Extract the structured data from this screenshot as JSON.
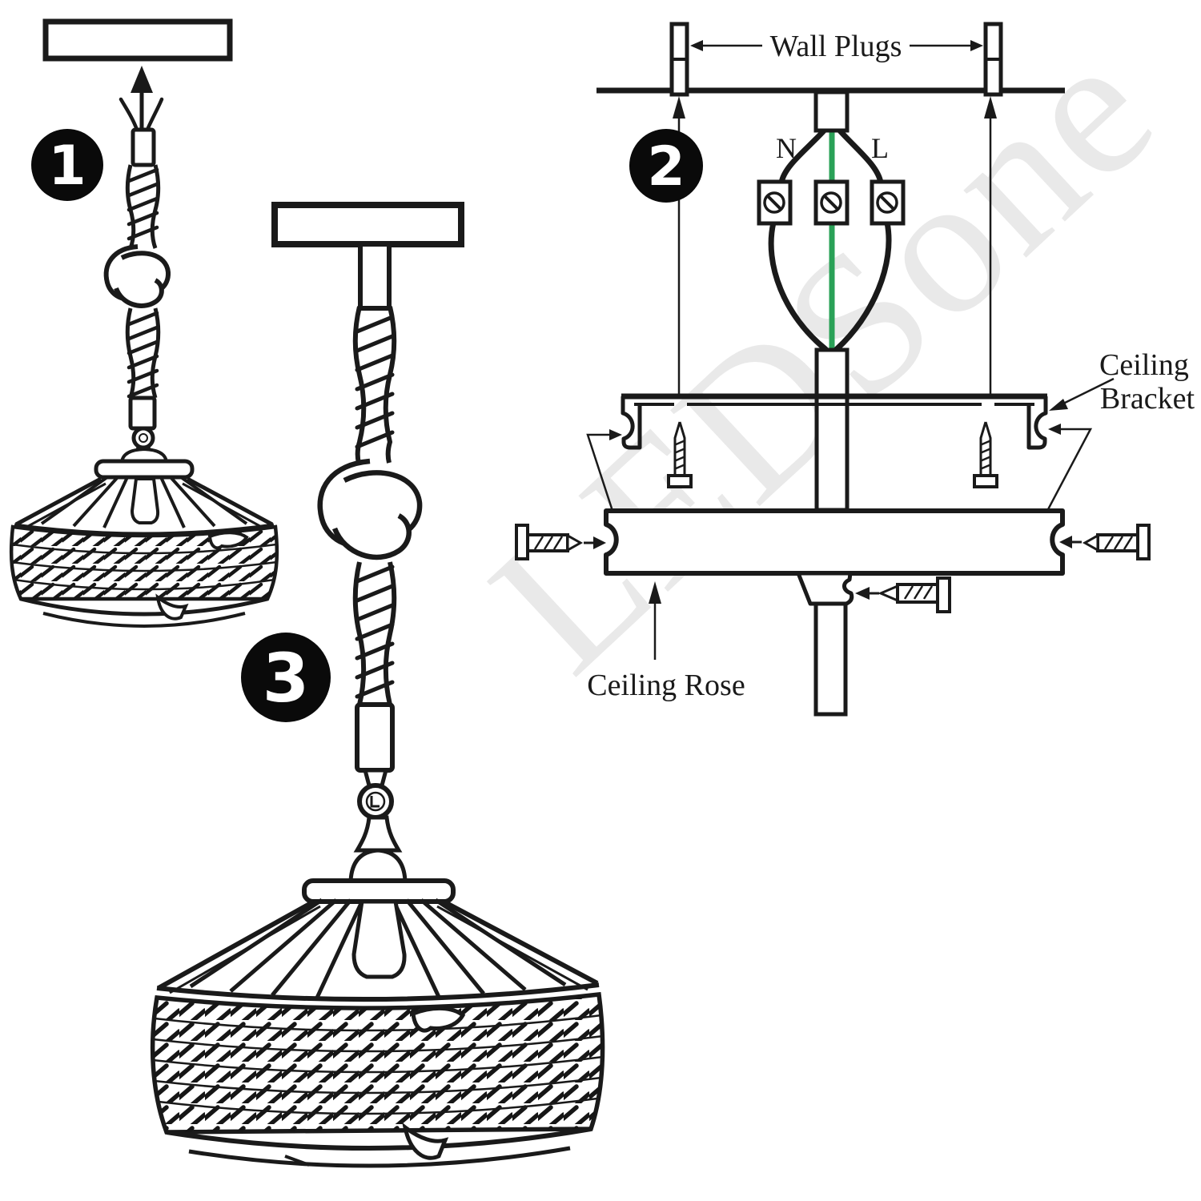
{
  "watermark": {
    "text": "LEDSone",
    "color": "#e9e9e9"
  },
  "badges": {
    "step1": "1",
    "step2": "2",
    "step3": "3"
  },
  "labels": {
    "wall_plugs": "Wall Plugs",
    "neutral": "N",
    "live": "L",
    "ceiling_bracket_line1": "Ceiling",
    "ceiling_bracket_line2": "Bracket",
    "ceiling_rose": "Ceiling Rose"
  },
  "colors": {
    "neutral_wire": "#3c3f9b",
    "earth_wire": "#2aa157",
    "live_wire": "#7a4a15",
    "badge_bg": "#0a0a0a"
  }
}
